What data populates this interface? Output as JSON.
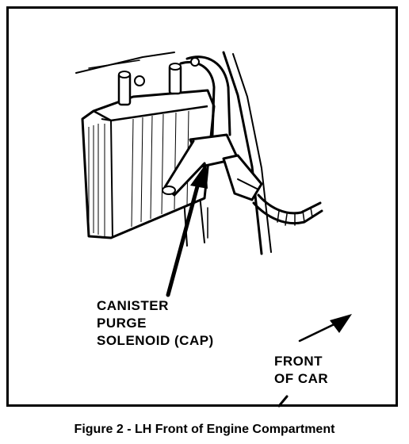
{
  "callout": {
    "line1": "CANISTER",
    "line2": "PURGE",
    "line3": "SOLENOID (CAP)"
  },
  "direction": {
    "line1": "FRONT",
    "line2": "OF CAR"
  },
  "caption": "Figure 2 - LH Front of Engine Compartment"
}
